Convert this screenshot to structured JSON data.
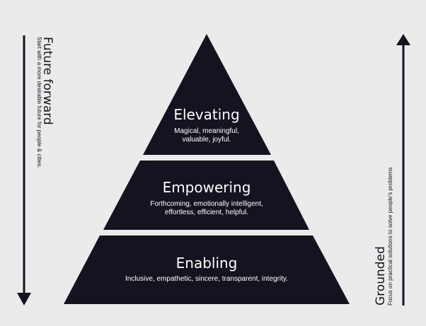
{
  "pyramid": {
    "tiers": [
      {
        "title": "Elevating",
        "desc_lines": [
          "Magical, meaningful,",
          "valuable, joyful."
        ]
      },
      {
        "title": "Empowering",
        "desc_lines": [
          "Forthcoming, emotionally intelligent,",
          "effortless, efficient, helpful."
        ]
      },
      {
        "title": "Enabling",
        "desc_lines": [
          "Inclusive, empathetic, sincere, transparent, integrity."
        ]
      }
    ]
  },
  "left_axis": {
    "title": "Future forward",
    "subtitle": "Start with a more desirable future for people & cities."
  },
  "right_axis": {
    "title": "Grounded",
    "subtitle": "Focus on practical solutions to solve people's problems"
  },
  "colors": {
    "background": "#ebebeb",
    "tier_fill": "#15131f",
    "tier_text": "#ffffff",
    "axis": "#15131f"
  }
}
